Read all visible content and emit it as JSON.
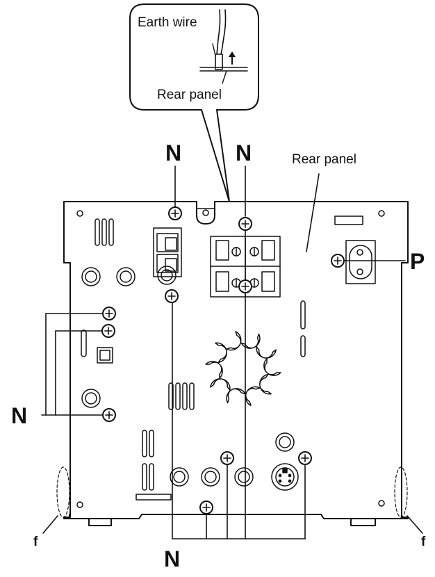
{
  "callout": {
    "earth_wire": "Earth wire",
    "rear_panel": "Rear panel"
  },
  "labels": {
    "rear_panel": "Rear panel",
    "screw_n": "N",
    "screw_p": "P",
    "foot_f": "f"
  },
  "colors": {
    "line": "#111111",
    "background": "#ffffff"
  }
}
